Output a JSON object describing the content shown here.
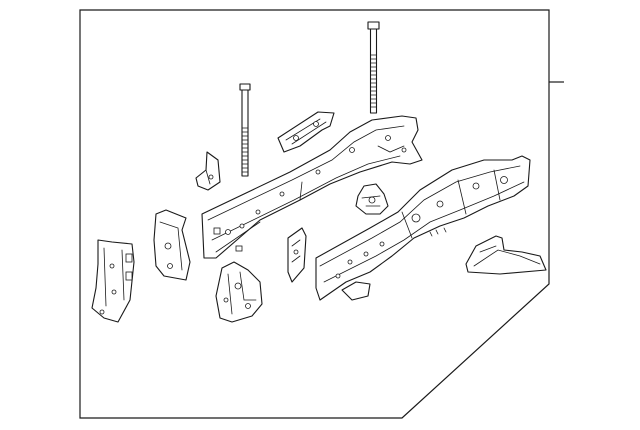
{
  "diagram": {
    "line_color": "#1a1a1a",
    "background_color": "#ffffff",
    "parts": [
      "long-bolt-right",
      "bolt-left",
      "upper-mount-bracket",
      "small-corner-bracket",
      "left-frame-rail",
      "right-frame-rail",
      "center-crossmember-bracket",
      "rear-outrigger-bracket",
      "left-gusset-plate",
      "front-body-mount",
      "bracket-assembly",
      "flat-reinforcement-plate",
      "frame-bracket"
    ]
  }
}
